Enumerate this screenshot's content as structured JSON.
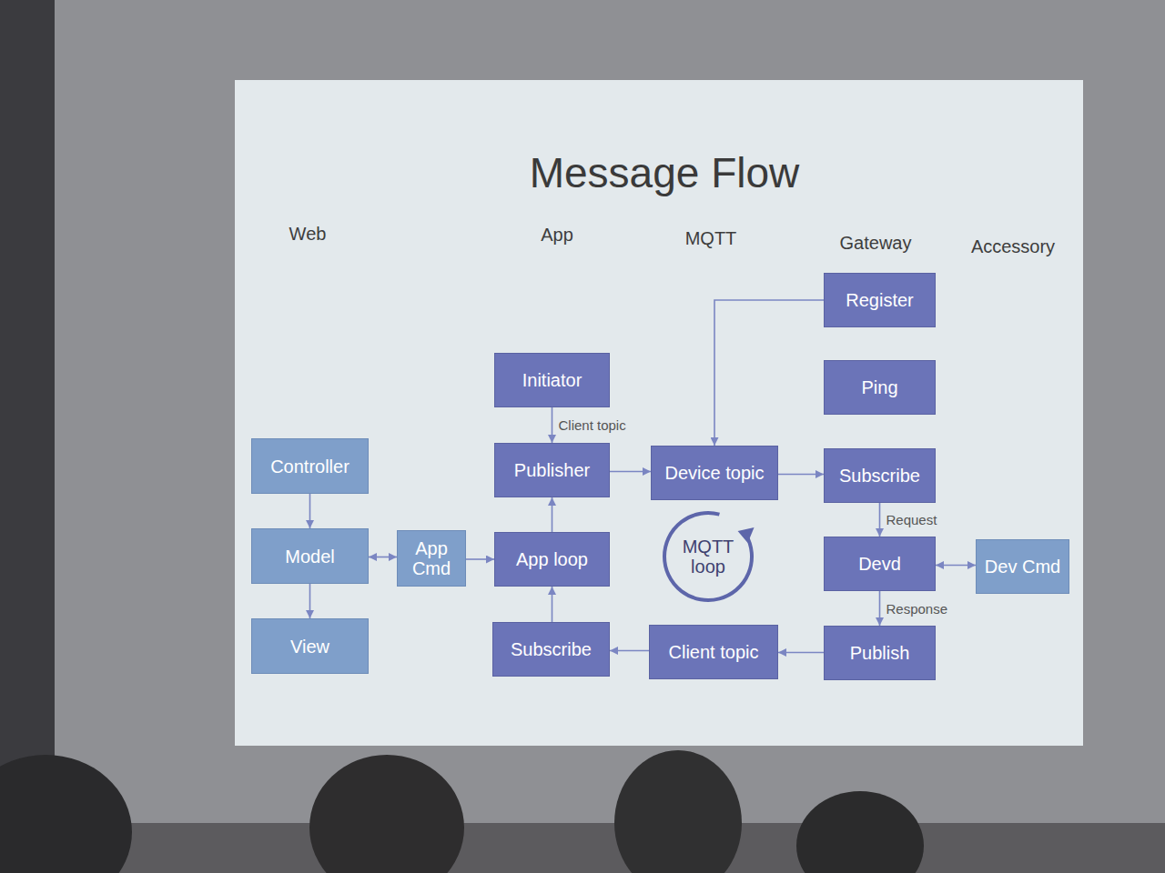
{
  "diagram": {
    "title": "Message Flow",
    "nodes": [
      {
        "text": [
          "Register"
        ]
      },
      {
        "text": [
          "Initiator"
        ]
      },
      {
        "text": [
          "Ping"
        ]
      },
      {
        "text": [
          "Controller"
        ]
      },
      {
        "text": [
          "Publisher"
        ]
      },
      {
        "text": [
          "Device topic"
        ]
      },
      {
        "text": [
          "Subscribe"
        ]
      },
      {
        "text": [
          "Model"
        ]
      },
      {
        "text": [
          "App Cmd"
        ]
      },
      {
        "text": [
          "App loop"
        ]
      },
      {
        "text": [
          "MQTT loop"
        ]
      },
      {
        "text": [
          "Devd"
        ]
      },
      {
        "text": [
          "Dev Cmd"
        ]
      },
      {
        "text": [
          "View"
        ]
      },
      {
        "text": [
          "Subscribe"
        ]
      },
      {
        "text": [
          "Client topic"
        ]
      },
      {
        "text": [
          "Publish"
        ]
      }
    ],
    "edges": [
      {
        "from": 0,
        "to": 5,
        "arrow": "to"
      },
      {
        "from": 1,
        "to": 4,
        "label": "Client topic",
        "arrow": "to"
      },
      {
        "from": 3,
        "to": 7,
        "arrow": "to"
      },
      {
        "from": 4,
        "to": 5,
        "arrow": "to"
      },
      {
        "from": 5,
        "to": 6,
        "arrow": "to"
      },
      {
        "from": 7,
        "to": 8,
        "arrow": "both"
      },
      {
        "from": 8,
        "to": 9,
        "arrow": "to"
      },
      {
        "from": 6,
        "to": 11,
        "label": "Request",
        "arrow": "to"
      },
      {
        "from": 11,
        "to": 12,
        "arrow": "both"
      },
      {
        "from": 7,
        "to": 13,
        "arrow": "to"
      },
      {
        "from": 9,
        "to": 4,
        "arrow": "to"
      },
      {
        "from": 11,
        "to": 16,
        "label": "Response",
        "arrow": "to"
      },
      {
        "from": 16,
        "to": 15,
        "arrow": "to"
      },
      {
        "from": 15,
        "to": 14,
        "arrow": "to"
      },
      {
        "from": 14,
        "to": 9,
        "arrow": "to"
      }
    ],
    "labels": [
      "Web",
      "App",
      "MQTT",
      "Gateway",
      "Accessory"
    ]
  }
}
